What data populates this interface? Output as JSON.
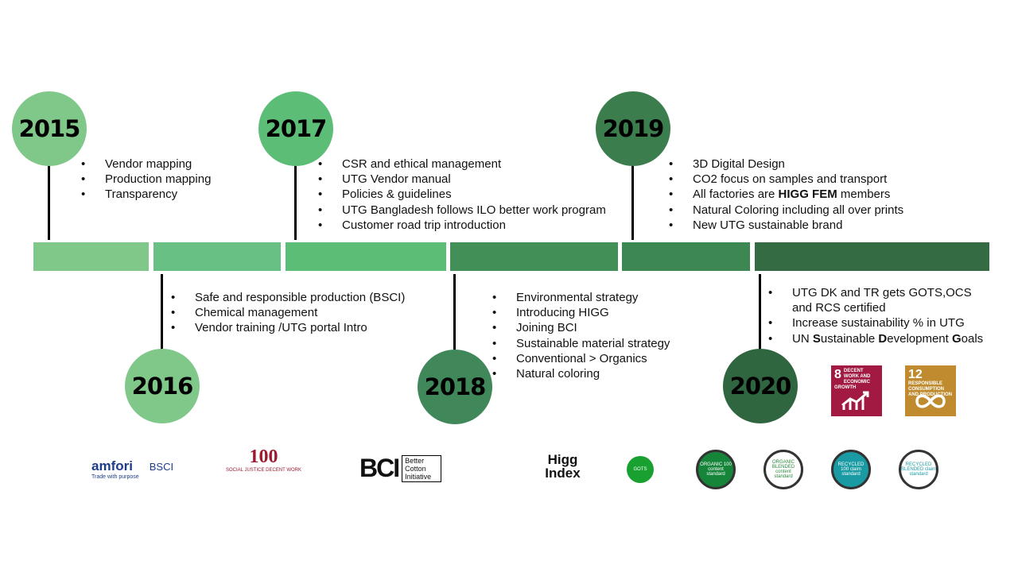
{
  "years": [
    {
      "year": "2015",
      "color": "#7fc88a",
      "items": [
        "Vendor mapping",
        "Production mapping",
        "Transparency"
      ]
    },
    {
      "year": "2016",
      "color": "#7fc88a",
      "items": [
        "Safe and responsible production (BSCI)",
        "Chemical management",
        "Vendor training /UTG portal Intro"
      ]
    },
    {
      "year": "2017",
      "color": "#5cbd77",
      "items": [
        "CSR and ethical management",
        "UTG Vendor manual",
        "Policies & guidelines",
        "UTG Bangladesh follows ILO better work program",
        "Customer road trip introduction"
      ]
    },
    {
      "year": "2018",
      "color": "#40875a",
      "items": [
        "Environmental strategy",
        "Introducing HIGG",
        "Joining BCI",
        "Sustainable material strategy",
        "Conventional > Organics",
        "Natural coloring"
      ]
    },
    {
      "year": "2019",
      "color": "#3c7d4e",
      "items": [
        "3D Digital Design",
        "CO2 focus on samples and transport",
        "All factories are ",
        "Natural Coloring including all over prints",
        "New UTG sustainable brand"
      ],
      "bold_2019": "HIGG FEM",
      "after_bold": " members"
    },
    {
      "year": "2020",
      "color": "#2f6640",
      "items": [
        "UTG DK and TR gets GOTS,OCS and RCS certified",
        "Increase sustainability % in UTG"
      ]
    }
  ],
  "sdg_item": {
    "b1": "S",
    "t1": "ustainable ",
    "b2": "D",
    "t2": "evelopment ",
    "b3": "G",
    "t3": "oals",
    "prefix": "UN "
  },
  "timeline_colors": [
    "#7fc88a",
    "#68c084",
    "#5bbd76",
    "#428f58",
    "#3d8852",
    "#346b43"
  ],
  "sdg_goals": [
    {
      "num": "8",
      "label": "DECENT WORK AND ECONOMIC GROWTH",
      "color": "#a21942"
    },
    {
      "num": "12",
      "label": "RESPONSIBLE CONSUMPTION AND PRODUCTION",
      "color": "#bf8b2e"
    }
  ],
  "logos": {
    "amfori": "amfori",
    "bsci": "BSCI",
    "amfori_tag": "Trade with purpose",
    "ilo": "100",
    "ilo_tag": "SOCIAL JUSTICE DECENT WORK",
    "bci": "BCI",
    "bci_tag": "Better Cotton Initiative",
    "higg": "Higg Index",
    "gots": "GOTS",
    "ocs100": "ORGANIC 100 content standard",
    "ocsb": "ORGANIC BLENDED content standard",
    "rcs100": "RECYCLED 100 claim standard",
    "rcsb": "RECYCLED BLENDED claim standard"
  }
}
